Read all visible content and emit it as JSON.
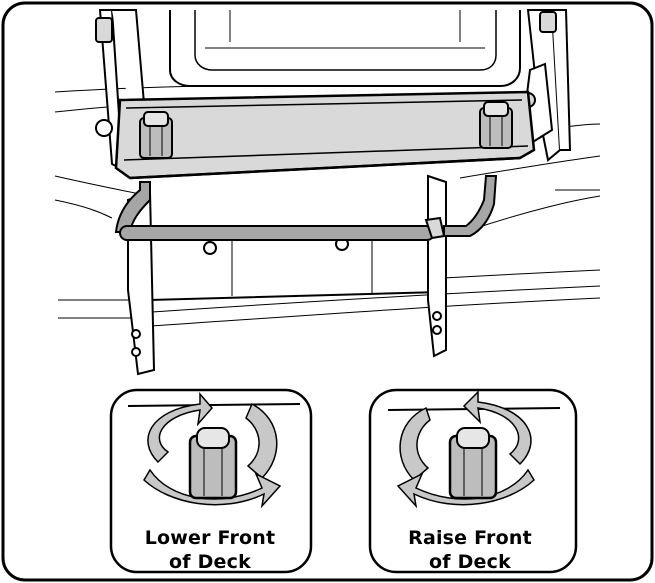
{
  "diagram": {
    "panels": [
      {
        "id": "lower",
        "caption_line1": "Lower Front",
        "caption_line2": "of Deck",
        "rotation": "clockwise"
      },
      {
        "id": "raise",
        "caption_line1": "Raise Front",
        "caption_line2": "of Deck",
        "rotation": "counterclockwise"
      }
    ],
    "colors": {
      "outline": "#000000",
      "bracket_fill": "#d9d9d9",
      "nut_fill": "#bdbdbd",
      "rod_fill": "#a6a6a6",
      "arrow_fill": "#c8c8c8",
      "background": "#ffffff"
    }
  }
}
